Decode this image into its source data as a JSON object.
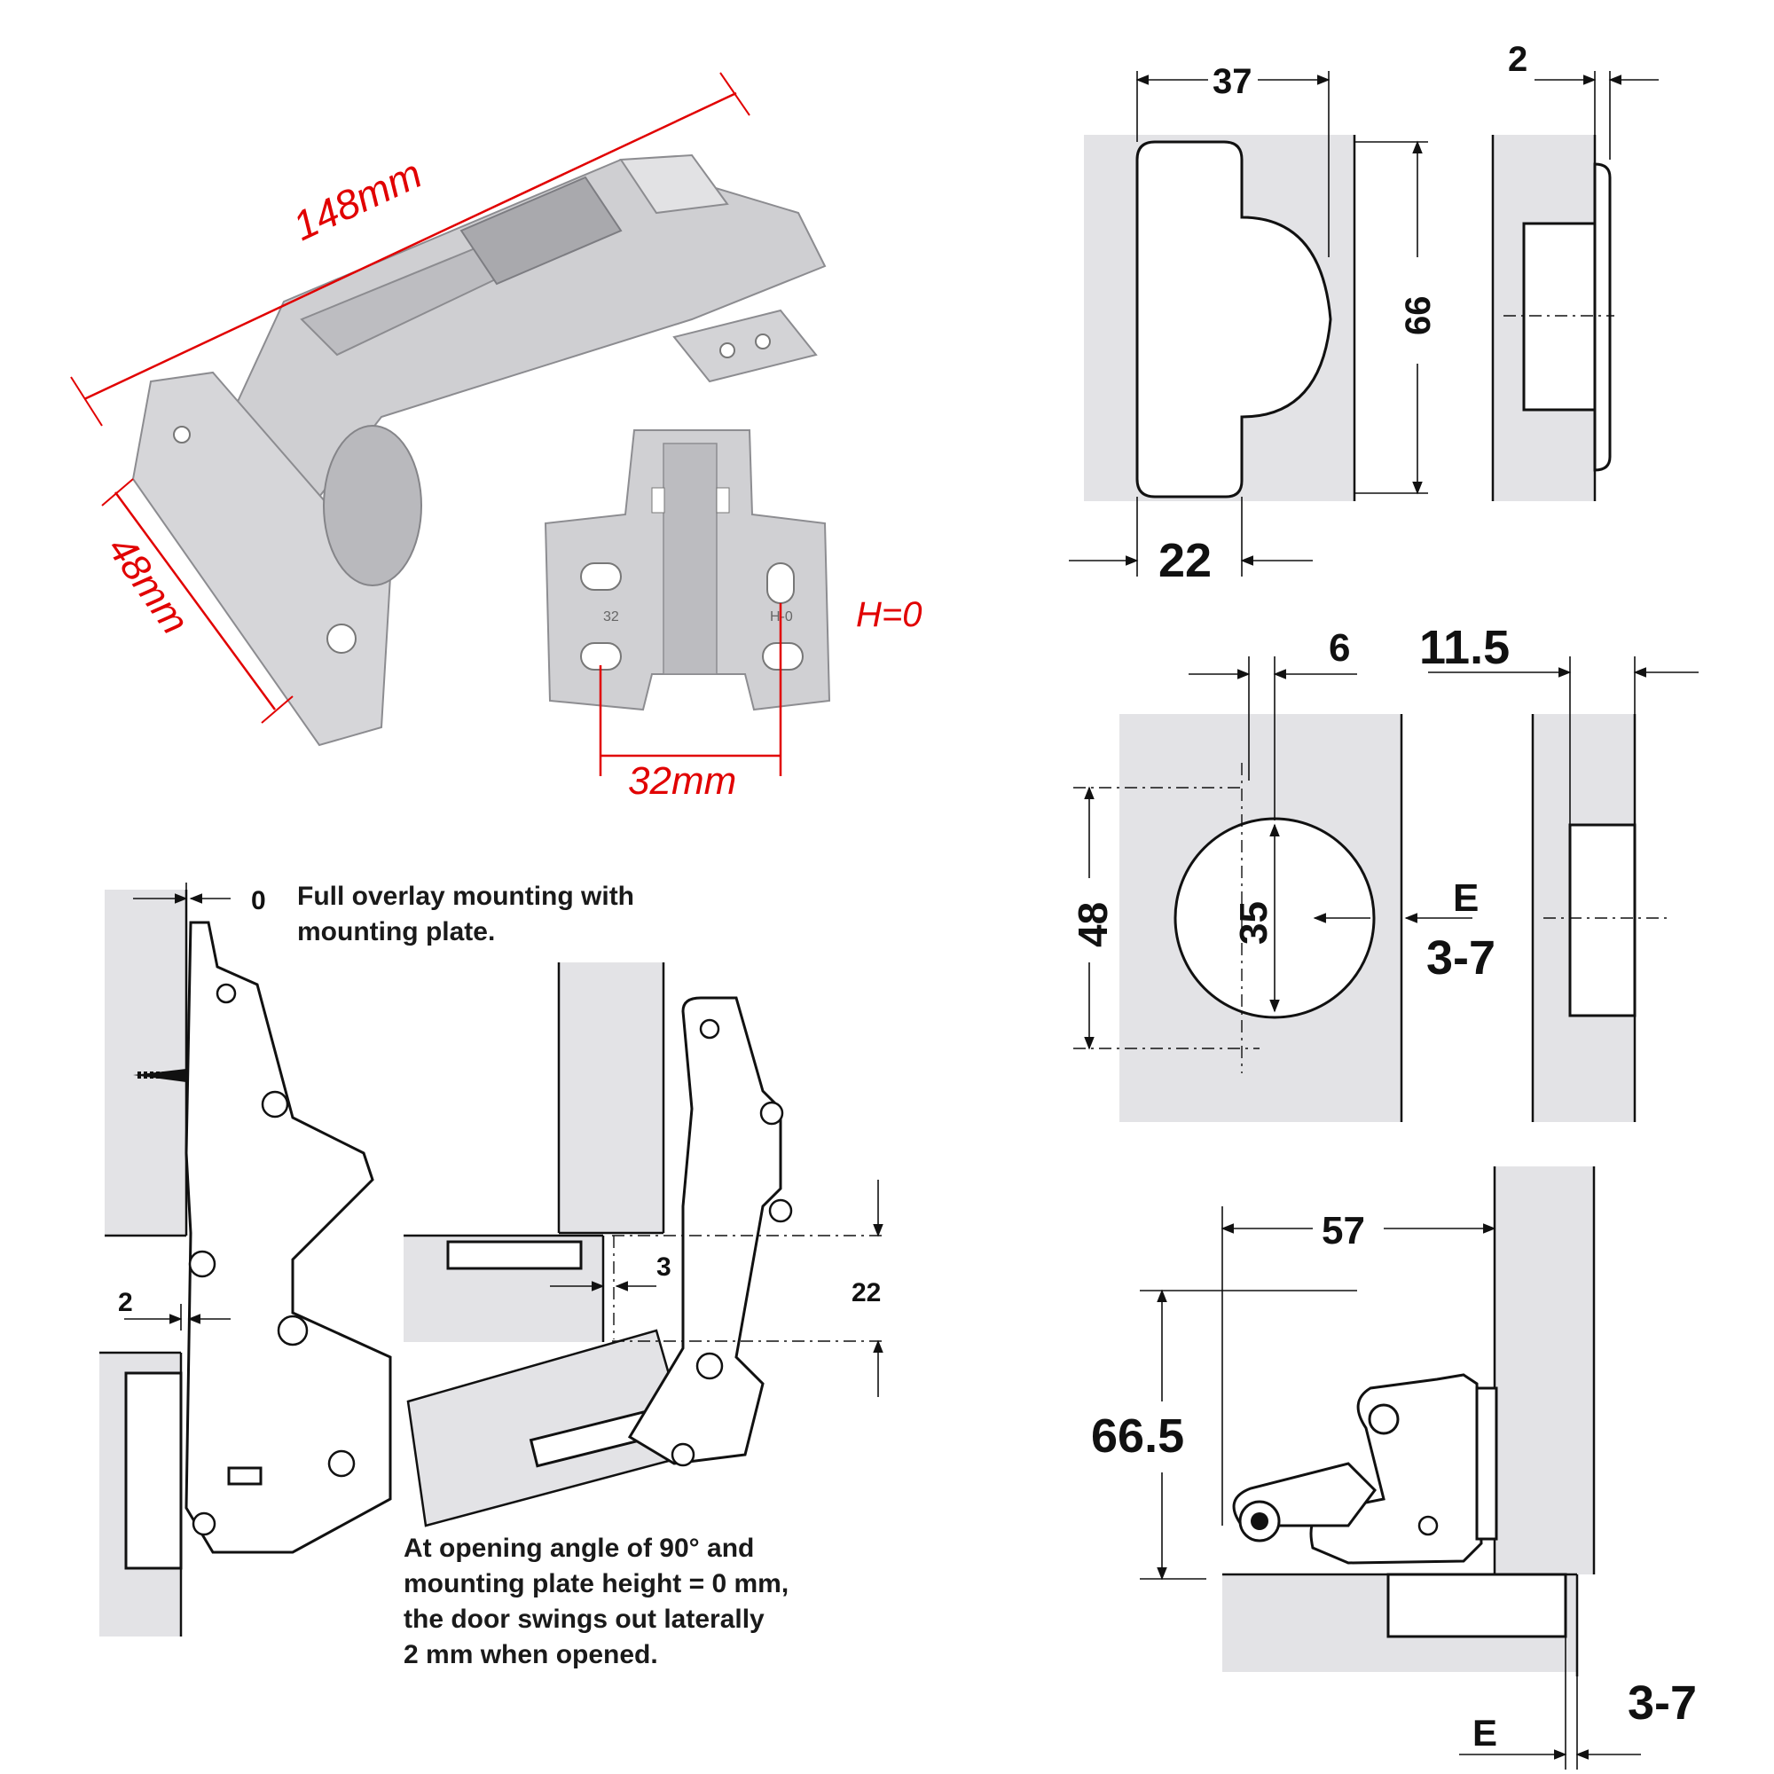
{
  "photo": {
    "length_label": "148mm",
    "width_label": "48mm",
    "plate_spacing_label": "32mm",
    "plate_height_label": "H=0",
    "plate_marks": [
      "32",
      "H-0"
    ]
  },
  "cup_top_view": {
    "width_label": "37",
    "height_label": "66",
    "bottom_label": "22",
    "side_label": "2"
  },
  "drilling_view": {
    "offset_label": "6",
    "depth_label": "11.5",
    "spacing_label": "48",
    "cup_dia_label": "35",
    "edge_label": "E",
    "edge_range_label": "3-7"
  },
  "side_view": {
    "width_label": "57",
    "height_label": "66.5",
    "edge_label": "E",
    "edge_range_label": "3-7"
  },
  "overlay_view": {
    "zero_label": "0",
    "title_line1": "Full overlay mounting with",
    "title_line2": "mounting plate.",
    "swing_label": "2",
    "gap_label": "3",
    "rise_label": "22",
    "note_lines": [
      "At opening angle of 90° and",
      "mounting plate height = 0 mm,",
      "the door swings out laterally",
      "2 mm when opened."
    ]
  }
}
